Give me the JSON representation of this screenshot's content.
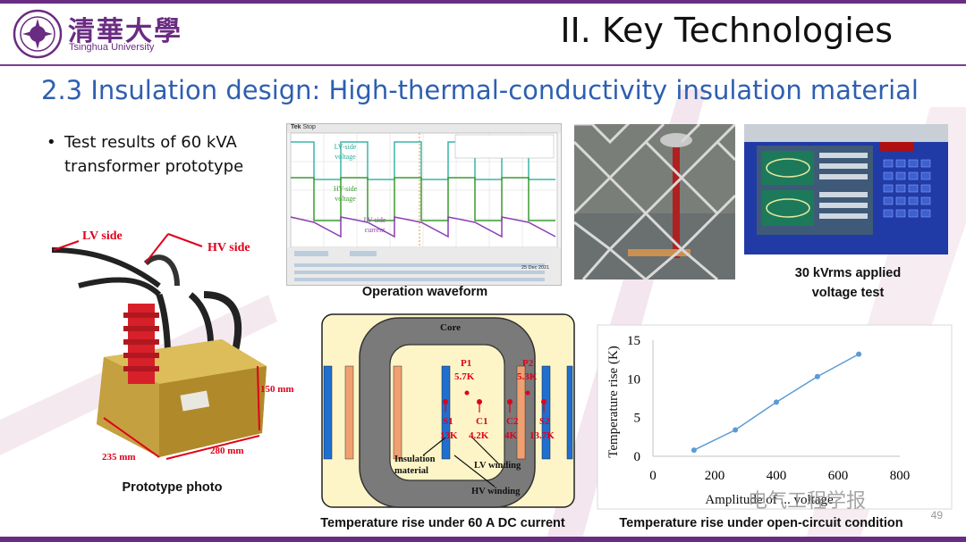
{
  "header": {
    "logo_cn": "清華大學",
    "logo_en": "Tsinghua University",
    "slide_title": "II. Key Technologies"
  },
  "section_title": "2.3 Insulation design: High-thermal-conductivity insulation material",
  "bullet": "Test results of 60 kVA transformer prototype",
  "captions": {
    "operation_waveform": "Operation waveform",
    "voltage_test_line1": "30 kVrms applied",
    "voltage_test_line2": "voltage test",
    "prototype_photo": "Prototype photo",
    "dc_current": "Temperature rise under 60 A DC current",
    "open_circuit": "Temperature rise under open-circuit condition"
  },
  "prototype_labels": {
    "lv_side": "LV side",
    "hv_side": "HV side",
    "dim_150": "150 mm",
    "dim_280": "280 mm",
    "dim_235": "235 mm"
  },
  "oscilloscope": {
    "brand": "Tek",
    "mode": "Stop",
    "lv_voltage": "LV-side voltage",
    "hv_voltage": "HV-side voltage",
    "lv_current": "LV-side current",
    "date": "25 Dec 2021"
  },
  "diagram": {
    "core": "Core",
    "insulation": "Insulation material",
    "lv_winding": "LV winding",
    "hv_winding": "HV winding",
    "p1": "P1",
    "p1_val": "5.7K",
    "p2": "P2",
    "p2_val": "5.3K",
    "s1": "S1",
    "s1_val": "13K",
    "c1": "C1",
    "c1_val": "4.2K",
    "c2": "C2",
    "c2_val": "4K",
    "s2": "S2",
    "s2_val": "13.7K"
  },
  "chart_data": {
    "type": "line",
    "title": "",
    "xlabel": "Amplitude of ... voltage",
    "ylabel": "Temperature rise (K)",
    "x": [
      133,
      267,
      400,
      533,
      667
    ],
    "series": [
      {
        "values": [
          0.8,
          3.4,
          7.0,
          10.3,
          13.2
        ]
      }
    ],
    "xlim": [
      0,
      800
    ],
    "ylim": [
      0,
      15
    ],
    "xticks": [
      "0",
      "200",
      "400",
      "600",
      "800"
    ],
    "yticks": [
      "0",
      "5",
      "10",
      "15"
    ],
    "grid": false,
    "line_color": "#5b9bd5"
  },
  "watermark": "电气工程学报",
  "page_number": "49"
}
